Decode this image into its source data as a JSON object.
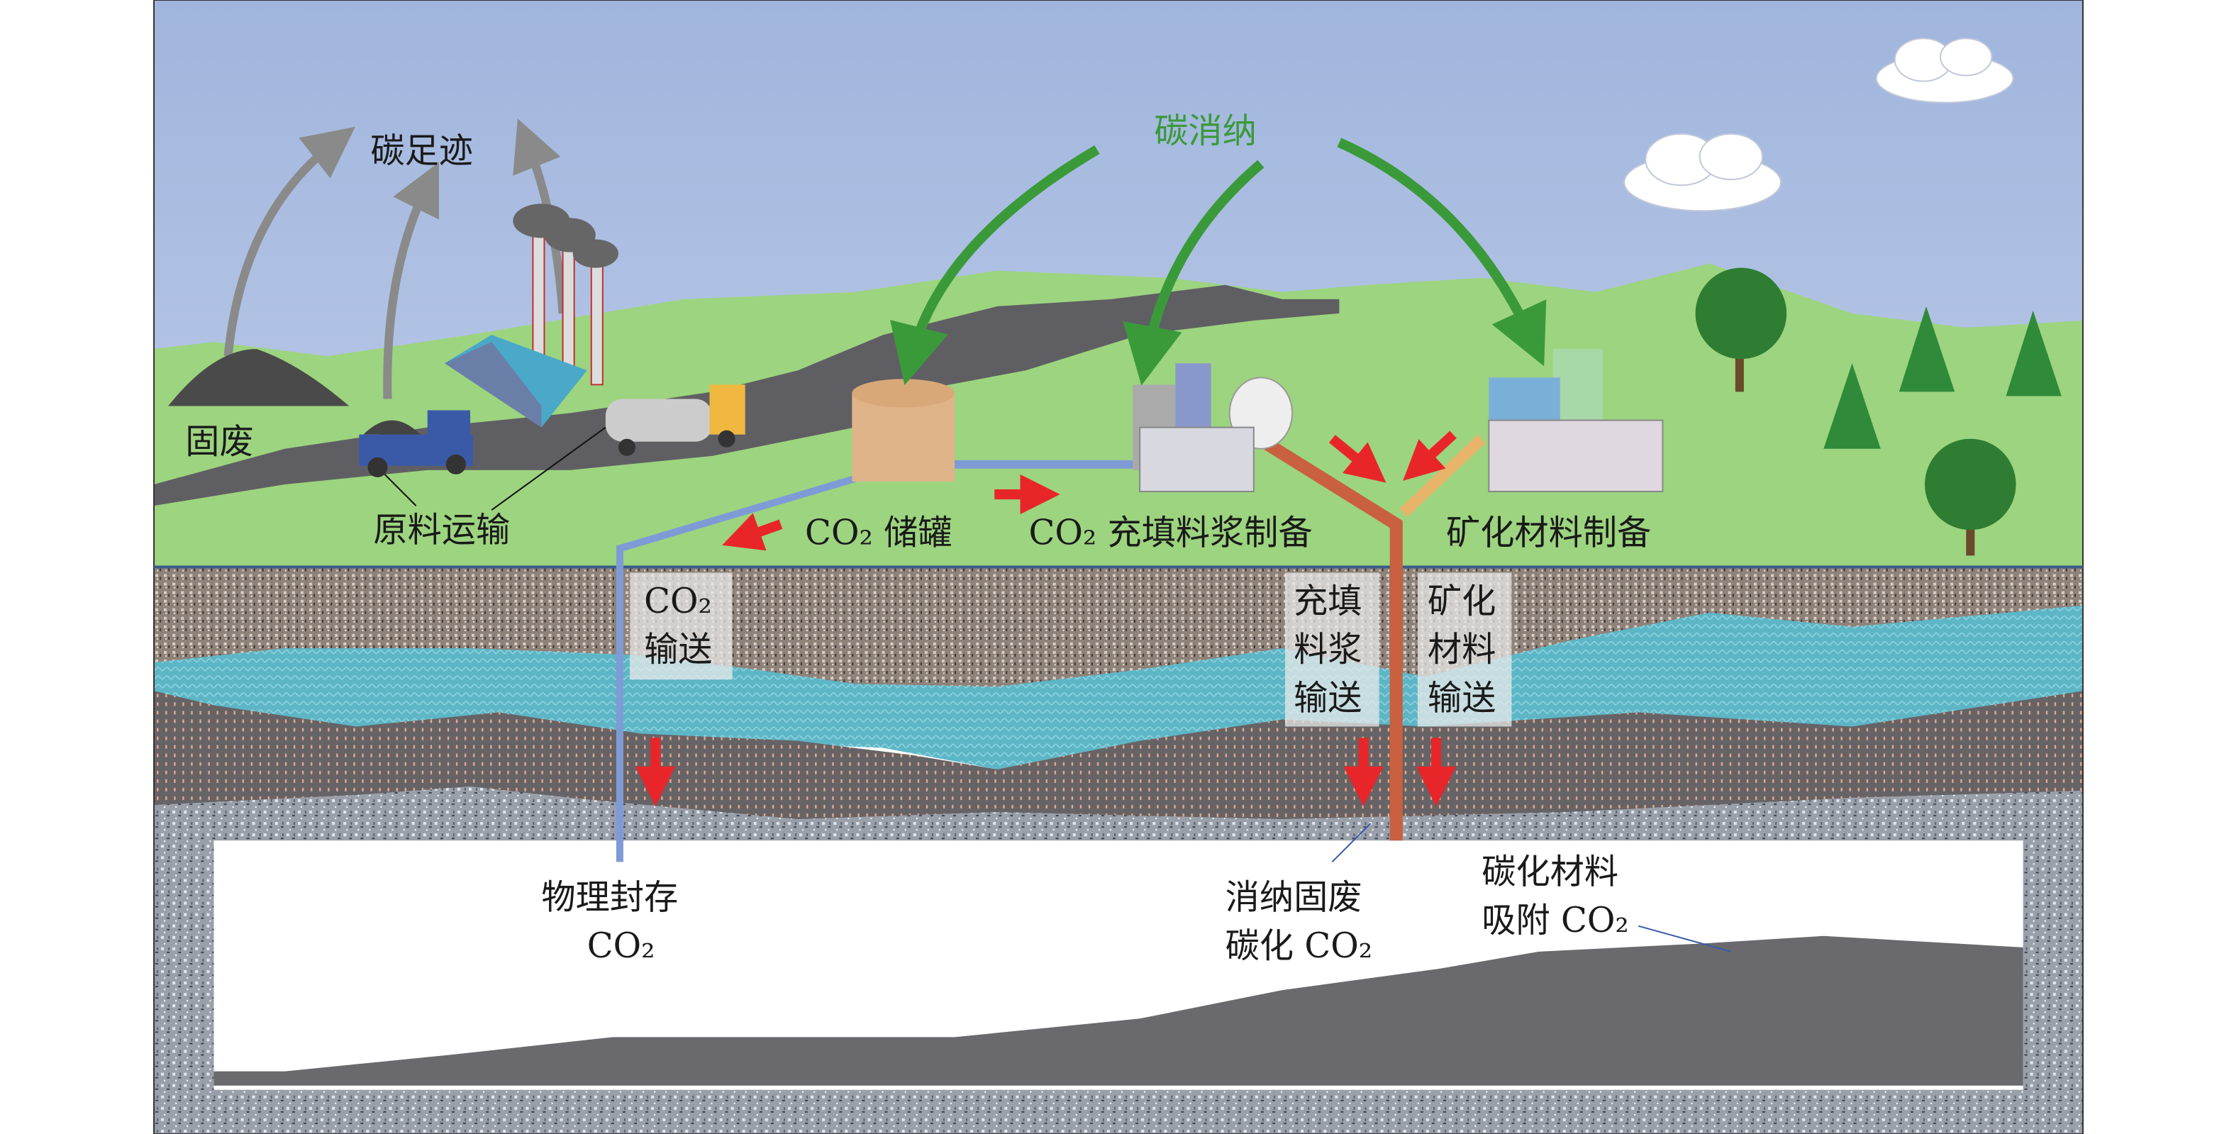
{
  "labels": {
    "carbon_footprint": "碳足迹",
    "carbon_sink": "碳消纳",
    "solid_waste": "固废",
    "raw_transport": "原料运输",
    "co2_tank": "CO₂ 储罐",
    "co2_slurry_prep": "CO₂ 充填料浆制备",
    "mineral_prep": "矿化材料制备",
    "co2_transport_1": "CO₂",
    "co2_transport_2": "输送",
    "slurry_transport_1": "充填",
    "slurry_transport_2": "料浆",
    "slurry_transport_3": "输送",
    "mineral_transport_1": "矿化",
    "mineral_transport_2": "材料",
    "mineral_transport_3": "输送",
    "physical_storage_1": "物理封存",
    "physical_storage_2": "CO₂",
    "waste_carbonation_1": "消纳固废",
    "waste_carbonation_2": "碳化 CO₂",
    "carbonated_material_1": "碳化材料",
    "carbonated_material_2": "吸附 CO₂"
  },
  "colors": {
    "sky": "#a3b8df",
    "grass": "#9dd47f",
    "road": "#5f5f63",
    "co2_pipe": "#7f9bd6",
    "slurry_pipe": "#c9603f",
    "mineral_pipe": "#e8b46a",
    "flow_arrow": "#e8262a",
    "sink_arrow": "#3a9a3a",
    "footprint_arrow": "#8a8a8a",
    "water": "#5fb8c8"
  },
  "icons": [
    "solid-waste-pile-icon",
    "truck-icon",
    "tanker-truck-icon",
    "factory-icon",
    "storage-tank-icon",
    "slurry-plant-icon",
    "mineral-plant-icon",
    "tree-icon",
    "cloud-icon"
  ]
}
